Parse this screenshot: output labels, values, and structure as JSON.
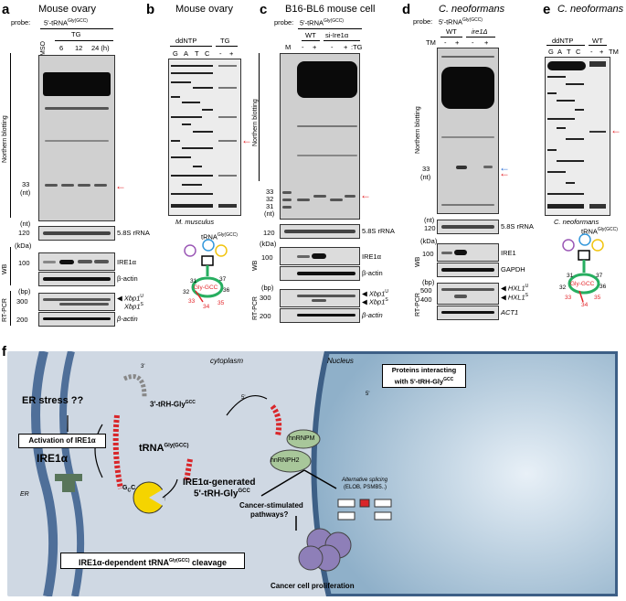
{
  "panels": {
    "a": {
      "letter": "a",
      "title": "Mouse ovary",
      "probe_label": "probe:",
      "probe": "5'-tRNA",
      "probe_sup": "Gly(GCC)",
      "lanes": [
        "DMSO",
        "6",
        "12",
        "24 (h)"
      ],
      "group": "TG",
      "marker_33": "33",
      "marker_nt": "(nt)",
      "marker_120": "120",
      "marker_nt2": "(nt)",
      "rrna": "5.8S rRNA",
      "kda": "(kDa)",
      "k100": "100",
      "ire1a": "IRE1α",
      "bactin": "β-actin",
      "bp": "(bp)",
      "bp300": "300",
      "bp200": "200",
      "xbp1u": "Xbp1",
      "xbp1u_sup": "U",
      "xbp1s": "Xbp1",
      "xbp1s_sup": "S",
      "bactin2": "β-actin",
      "side_nb": "Northern blotting",
      "side_wb": "WB",
      "side_rt": "RT-PCR"
    },
    "b": {
      "letter": "b",
      "title": "Mouse ovary",
      "ddntp": "ddNTP",
      "tg": "TG",
      "lanes": [
        "G",
        "A",
        "T",
        "C",
        "-",
        "+"
      ],
      "species": "M. musculus",
      "trna": "tRNA",
      "trna_sup": "Gly(GCC)",
      "loop": "Gly-GCC",
      "n31": "31",
      "n32": "32",
      "n33": "33",
      "n34": "34",
      "n35": "35",
      "n36": "36",
      "n37": "37"
    },
    "c": {
      "letter": "c",
      "title": "B16-BL6 mouse cell",
      "probe_label": "probe:",
      "probe": "5'-tRNA",
      "probe_sup": "Gly(GCC)",
      "wt": "WT",
      "si": "si-Ire1α",
      "m": "M",
      "tg": ":TG",
      "signs": [
        "-",
        "+",
        "-",
        "+"
      ],
      "m33": "33",
      "m32": "32",
      "m31": "31",
      "mnt": "(nt)",
      "m120": "120",
      "rrna": "5.8S rRNA",
      "kda": "(kDa)",
      "k100": "100",
      "ire1a": "IRE1α",
      "bactin": "β-actin",
      "bp": "(bp)",
      "bp300": "300",
      "bp200": "200",
      "xbp1u": "Xbp1",
      "xbp1u_sup": "U",
      "xbp1s": "Xbp1",
      "xbp1s_sup": "S",
      "bactin2": "β-actin",
      "side_nb": "Northern blotting",
      "side_wb": "WB",
      "side_rt": "RT-PCR"
    },
    "d": {
      "letter": "d",
      "title": "C. neoformans",
      "probe_label": "probe:",
      "probe": "5'-tRNA",
      "probe_sup": "Gly(GCC)",
      "wt": "WT",
      "mut": "ire1Δ",
      "tm": "TM",
      "signs": [
        "-",
        "+",
        "-",
        "+"
      ],
      "m33": "33",
      "mnt": "(nt)",
      "mnt2": "(nt)",
      "m120": "120",
      "rrna": "5.8S rRNA",
      "kda": "(kDa)",
      "k100": "100",
      "ire1": "IRE1",
      "gapdh": "GAPDH",
      "bp": "(bp)",
      "bp500": "500",
      "bp400": "400",
      "hxl1u": "HXL1",
      "hxl1u_sup": "U",
      "hxl1s": "HXL1",
      "hxl1s_sup": "S",
      "act1": "ACT1",
      "side_nb": "Northern blotting",
      "side_wb": "WB",
      "side_rt": "RT-PCR"
    },
    "e": {
      "letter": "e",
      "title": "C. neoformans",
      "ddntp": "ddNTP",
      "wt": "WT",
      "tm": "TM",
      "lanes": [
        "G",
        "A",
        "T",
        "C",
        "-",
        "+"
      ],
      "species": "C. neoformans",
      "trna": "tRNA",
      "trna_sup": "Gly(GCC)",
      "loop": "Gly-GCC",
      "n31": "31",
      "n32": "32",
      "n33": "33",
      "n34": "34",
      "n35": "35",
      "n36": "36",
      "n37": "37"
    },
    "f": {
      "letter": "f",
      "cytoplasm": "cytoplasm",
      "nucleus": "Nucleus",
      "er_stress": "ER stress ??",
      "activation": "Activation of IRE1α",
      "ire1a": "IRE1α",
      "er": "ER",
      "trh3": "3'-tRH-Gly",
      "trh3_sup": "GCC",
      "trna": "tRNA",
      "trna_sup": "Gly(GCC)",
      "gcc": "G",
      "gcc2": "C",
      "gcc3": "C",
      "gen1": "IRE1α-generated",
      "gen2": "5'-tRH-Gly",
      "gen2_sup": "GCC",
      "cleavage": "IRE1α-dependent tRNA",
      "cleavage_sup": "Gly(GCC)",
      "cleavage_end": " cleavage",
      "proteins1": "Proteins interacting",
      "proteins2": "with 5'-tRH-Gly",
      "proteins_sup": "GCC",
      "hnrnpm": "hnRNPM",
      "hnrnph2": "hnRNPH2",
      "alt1": "Alternative splicing",
      "alt2": "(ELOB, PSMB5..)",
      "cancer_path": "Cancer-stimulated",
      "pathways": "pathways?",
      "prolif": "Cancer cell proliferation",
      "three": "3'",
      "five": "5'",
      "five2": "5'"
    }
  }
}
